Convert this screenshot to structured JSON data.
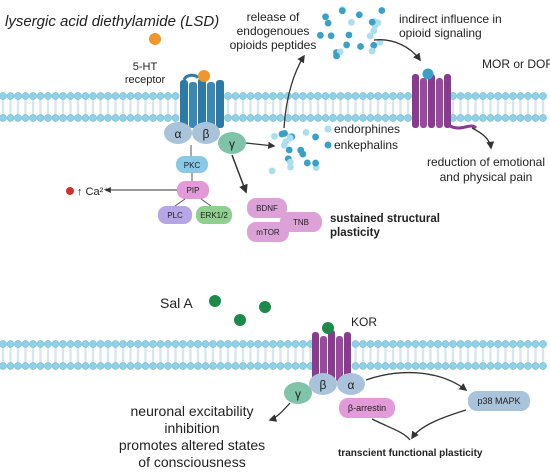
{
  "colors": {
    "membrane_head": "#8fd0e6",
    "membrane_tail": "#f0f0f0",
    "receptor_5ht": "#2e7aa6",
    "receptor_mor": "#8a3b8f",
    "receptor_kor": "#8a3b8f",
    "lsd_ligand": "#f0962a",
    "salA_ligand": "#1c8a4a",
    "g_protein": "#a9c3da",
    "g_gamma": "#7fc3a8",
    "pkc": "#89c9e6",
    "pip": "#e29ad8",
    "plc": "#b7a6e6",
    "erk": "#8fcf90",
    "bdnf": "#dca2d8",
    "peptide_light": "#a9dfee",
    "peptide_dark": "#3aa0c8",
    "ca_dot": "#d1322e"
  },
  "top_panel": {
    "title_lsd": "lysergic acid diethylamide (LSD)",
    "receptor_label_line1": "5-HT",
    "receptor_label_line2": "receptor",
    "release_line1": "release of",
    "release_line2": "endogenoues",
    "release_line3": "opioids peptides",
    "indirect_line1": "indirect influence in",
    "indirect_line2": "opioid signaling",
    "mor_dor": "MOR or DOR",
    "g_alpha": "α",
    "g_beta": "β",
    "g_gamma": "γ",
    "endorphines": "endorphines",
    "enkephalins": "enkephalins",
    "pkc": "PKC",
    "pip": "PIP",
    "plc": "PLC",
    "erk": "ERK1/2",
    "calcium": "↑ Ca²⁺",
    "bdnf": "BDNF",
    "tnb": "TNB",
    "mtor": "mTOR",
    "structural_line1": "sustained structural",
    "structural_line2": "plasticity",
    "reduction_line1": "reduction of emotional",
    "reduction_line2": "and physical pain"
  },
  "bottom_panel": {
    "sal_a": "Sal A",
    "kor": "KOR",
    "g_gamma": "γ",
    "g_beta": "β",
    "g_alpha": "α",
    "beta_arrestin": "β-arrestin",
    "p38": "p38 MAPK",
    "neuronal_line1": "neuronal excitability",
    "neuronal_line2": "inhibition",
    "neuronal_line3": "promotes altered states",
    "neuronal_line4": "of consciousness",
    "transient": "transcient functional plasticity"
  }
}
